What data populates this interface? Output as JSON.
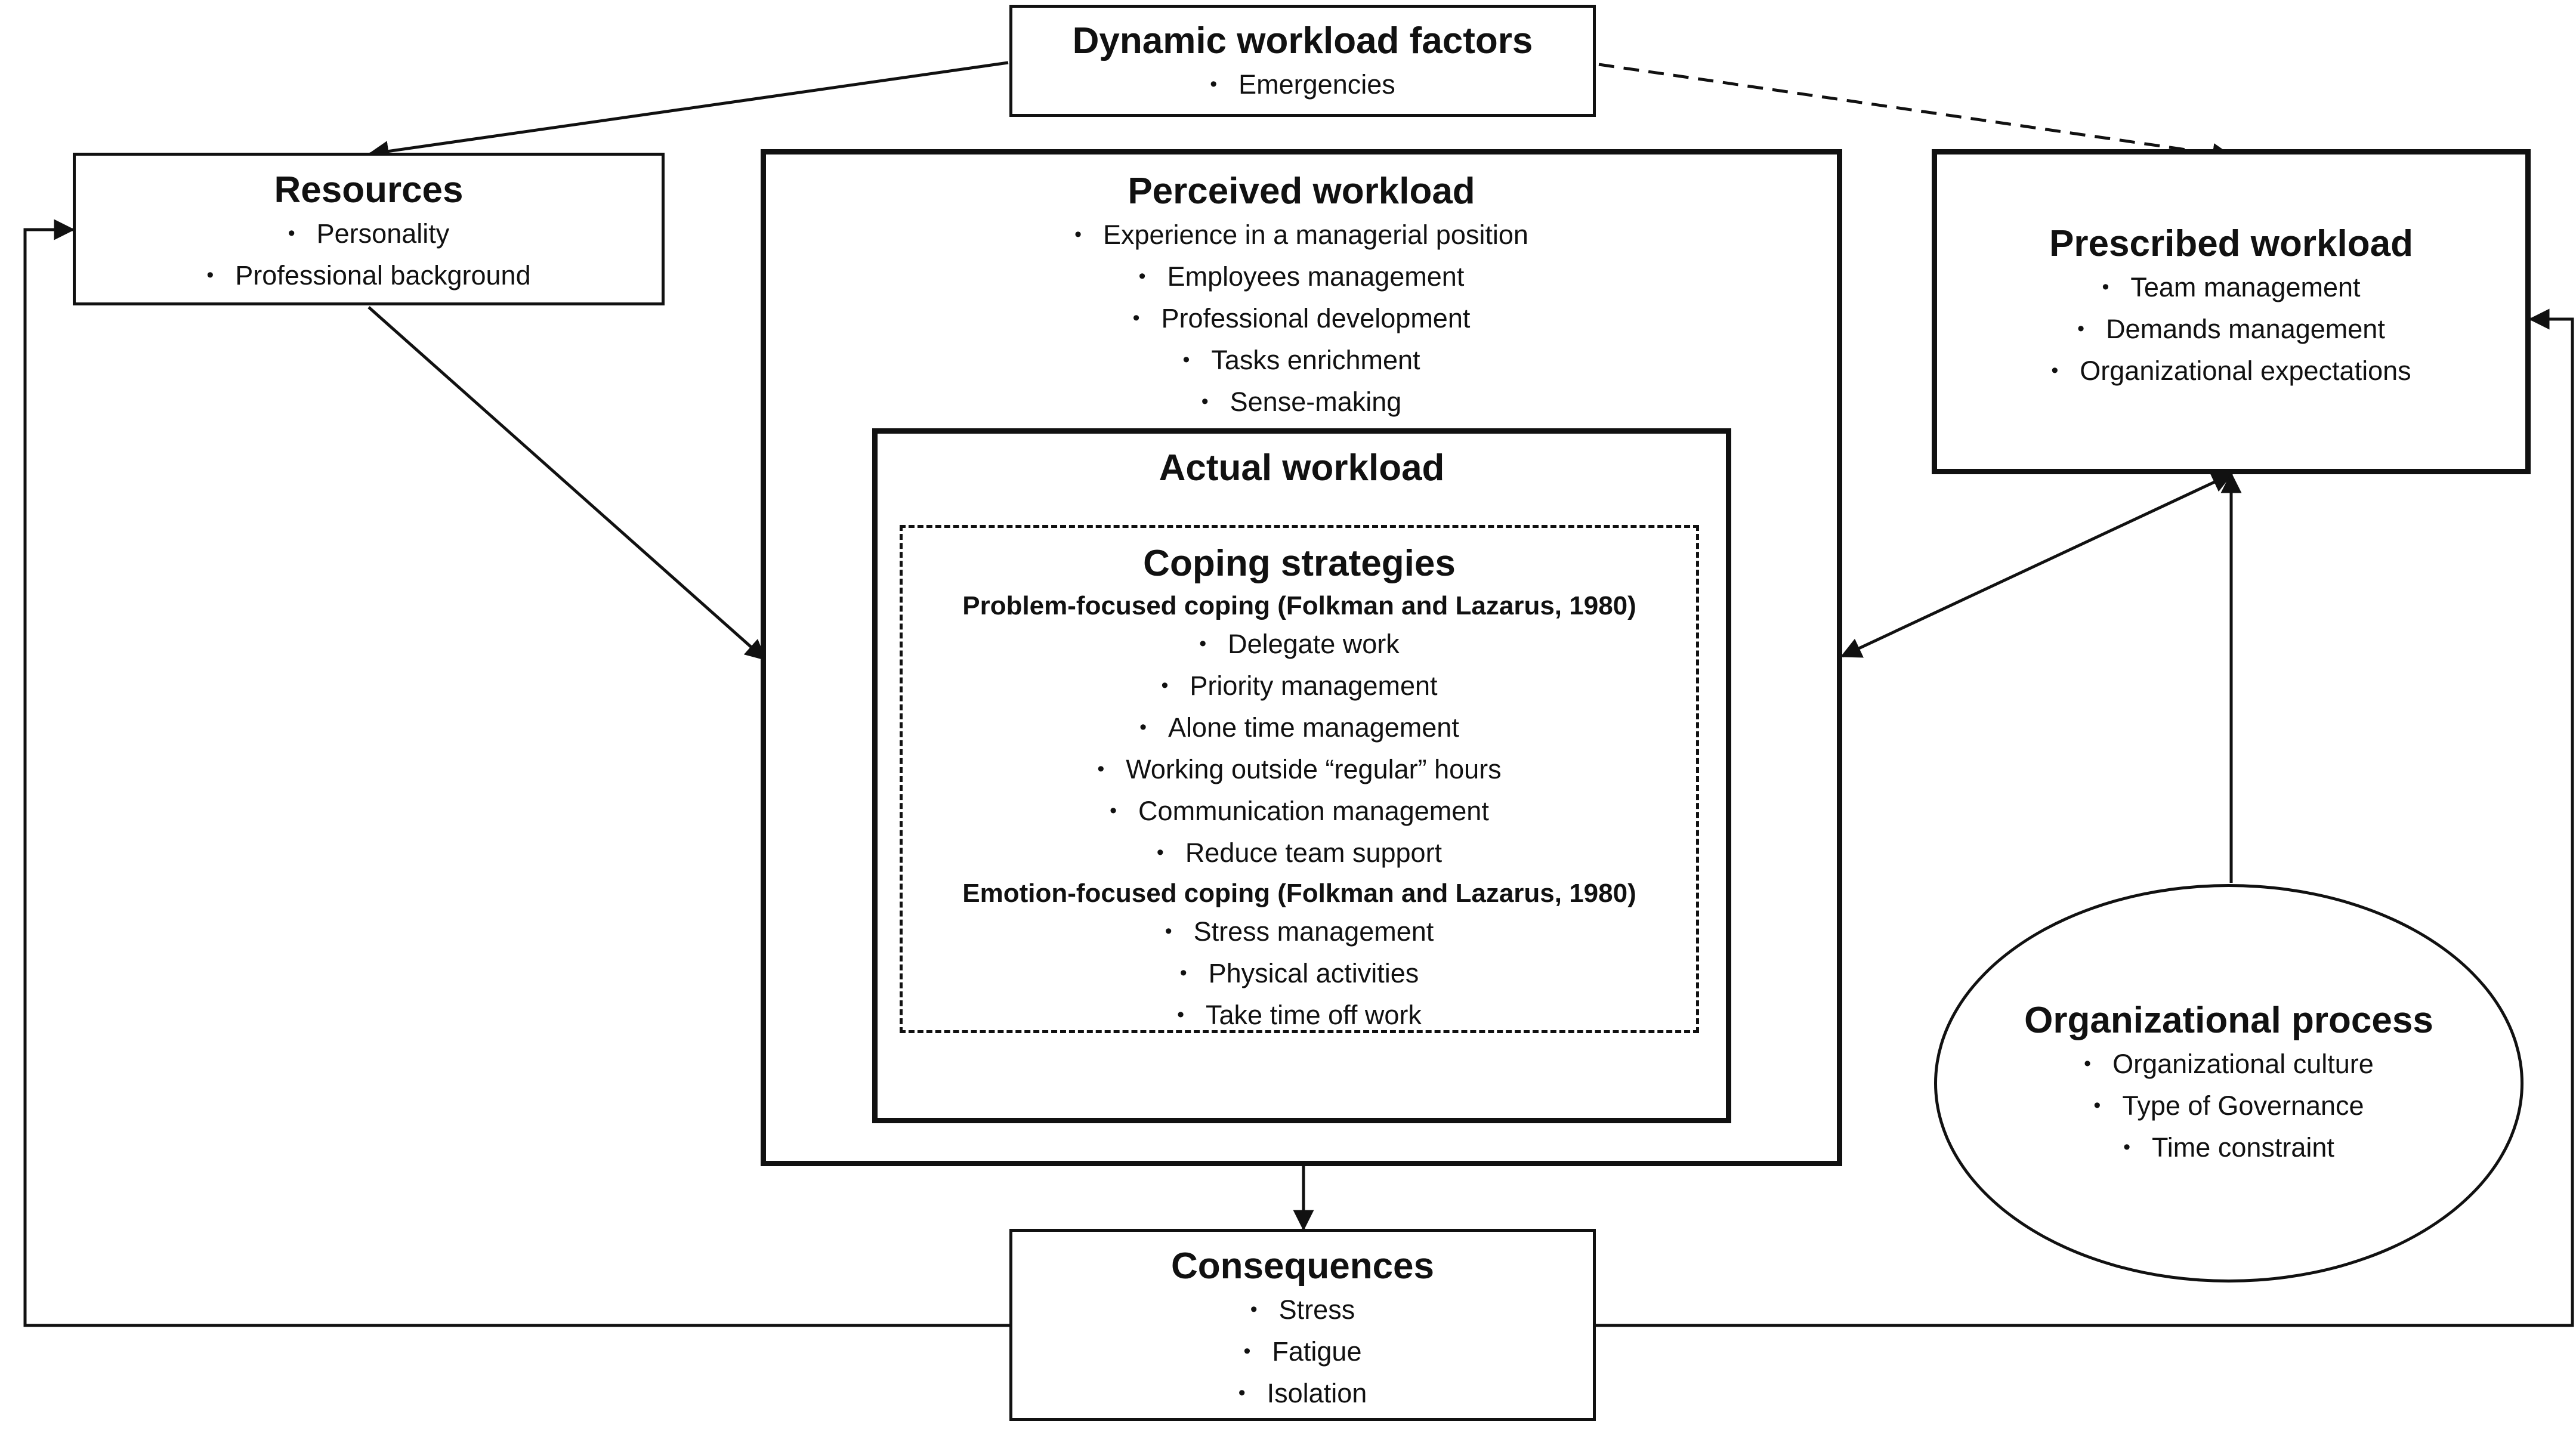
{
  "dynamic": {
    "title": "Dynamic workload factors",
    "items": [
      "Emergencies"
    ]
  },
  "resources": {
    "title": "Resources",
    "items": [
      "Personality",
      "Professional background"
    ]
  },
  "perceived": {
    "title": "Perceived workload",
    "items": [
      "Experience in a managerial position",
      "Employees management",
      "Professional development",
      "Tasks enrichment",
      "Sense-making"
    ]
  },
  "prescribed": {
    "title": "Prescribed workload",
    "items": [
      "Team management",
      "Demands management",
      "Organizational expectations"
    ]
  },
  "actual": {
    "title": "Actual workload"
  },
  "coping": {
    "title": "Coping strategies",
    "problem_heading": "Problem-focused coping (Folkman and Lazarus, 1980)",
    "problem_items": [
      "Delegate work",
      "Priority management",
      "Alone time management",
      "Working outside “regular” hours",
      "Communication management",
      "Reduce team support"
    ],
    "emotion_heading": "Emotion-focused coping (Folkman and Lazarus, 1980)",
    "emotion_items": [
      "Stress management",
      "Physical activities",
      "Take time off work"
    ]
  },
  "organizational": {
    "title": "Organizational process",
    "items": [
      "Organizational culture",
      "Type of Governance",
      "Time constraint"
    ]
  },
  "consequences": {
    "title": "Consequences",
    "items": [
      "Stress",
      "Fatigue",
      "Isolation"
    ]
  }
}
